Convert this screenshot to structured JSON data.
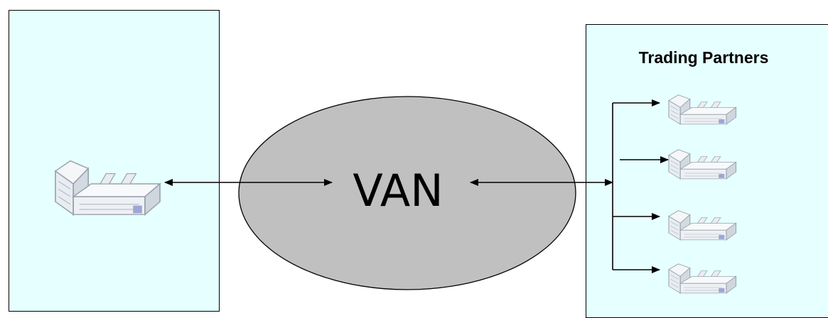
{
  "diagram": {
    "hub_label": "VAN",
    "partners_title": "Trading Partners",
    "colors": {
      "panel_fill": "#e6ffff",
      "hub_fill": "#c0c0c0",
      "outline": "#000000",
      "building_tint": "#d9dfe6"
    },
    "icons": {
      "company": "building-icon",
      "partner": "building-icon"
    },
    "partner_count": 4
  }
}
